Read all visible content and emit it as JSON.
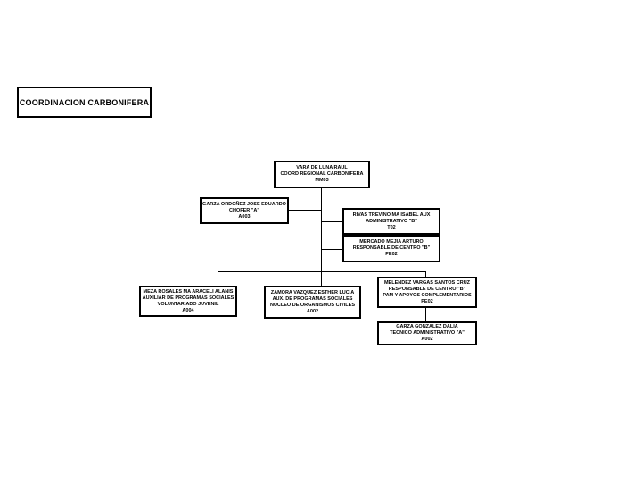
{
  "styles": {
    "background": "#ffffff",
    "ink": "#000000",
    "box_border": "#000000",
    "line_color": "#000000"
  },
  "title_box": {
    "label": "COORDINACION CARBONIFERA"
  },
  "chart": {
    "type": "org-chart",
    "nodes": [
      {
        "id": "coordinador-regional",
        "lines": [
          "VARA DE LUNA RAUL",
          "COORD REGIONAL CARBONIFERA",
          "MM03"
        ]
      },
      {
        "id": "chofer",
        "lines": [
          "GARZA ORDOÑEZ JOSE EDUARDO",
          "CHOFER \"A\"",
          "A003"
        ]
      },
      {
        "id": "aux-administrativo",
        "lines": [
          "RIVAS TREVIÑO MA ISABEL AUX",
          "ADMINISTRATIVO \"B\"",
          "T02"
        ]
      },
      {
        "id": "responsable-centro",
        "lines": [
          "MERCADO MEJIA ARTURO",
          "RESPONSABLE DE CENTRO \"B\"",
          "PE02"
        ]
      },
      {
        "id": "aux-programas-voluntariado",
        "lines": [
          "MEZA ROSALES MA ARACELI ALANIS",
          "AUXILIAR DE PROGRAMAS SOCIALES",
          "VOLUNTARIADO JUVENIL",
          "A004"
        ]
      },
      {
        "id": "aux-programas-nucleo",
        "lines": [
          "ZAMORA VAZQUEZ ESTHER LUCIA",
          "AUX. DE PROGRAMAS SOCIALES",
          "NUCLEO DE ORGANISMOS CIVILES",
          "A002"
        ]
      },
      {
        "id": "responsable-centro-pam",
        "lines": [
          "MELENDEZ VARGAS SANTOS CRUZ",
          "RESPONSABLE DE CENTRO \"B\"",
          "PAM Y APOYOS COMPLEMENTARIOS",
          "PE02"
        ]
      },
      {
        "id": "tecnico-administrativo",
        "lines": [
          "GARZA GONZALEZ DALIA",
          "TECNICO ADMINISTRATIVO \"A\"",
          "A002"
        ]
      }
    ]
  }
}
